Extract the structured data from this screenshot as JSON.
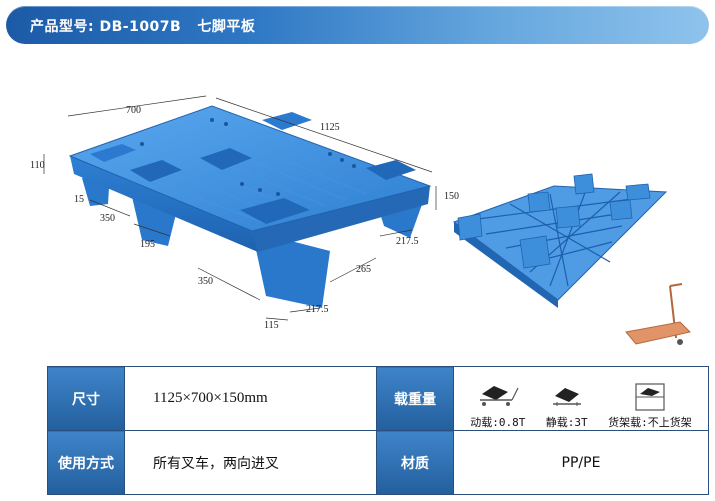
{
  "header": {
    "title": "产品型号: DB-1007B   七脚平板"
  },
  "dimensions": {
    "length_top": "700",
    "width_top": "1125",
    "height_left": "110",
    "height_right": "150",
    "foot_small": "15",
    "span_left": "350",
    "foot_mid": "195",
    "span_bottom": "350",
    "foot_bottom": "115",
    "gap_bottom": "217.5",
    "side_265": "265",
    "gap_right": "217.5"
  },
  "table": {
    "size_label": "尺寸",
    "size_value": "1125×700×150mm",
    "load_label": "载重量",
    "loads": [
      {
        "icon": "dynamic-load-icon",
        "text": "动载:0.8T"
      },
      {
        "icon": "static-load-icon",
        "text": "静载:3T"
      },
      {
        "icon": "rack-load-icon",
        "text": "货架载:不上货架"
      }
    ],
    "usage_label": "使用方式",
    "usage_value": "所有叉车，两向进叉",
    "material_label": "材质",
    "material_value": "PP/PE"
  },
  "colors": {
    "header_dark": "#1c5aa6",
    "header_light": "#8fc3ec",
    "pallet_blue": "#3d8fdc",
    "table_label_bg": "#2f72b8"
  }
}
